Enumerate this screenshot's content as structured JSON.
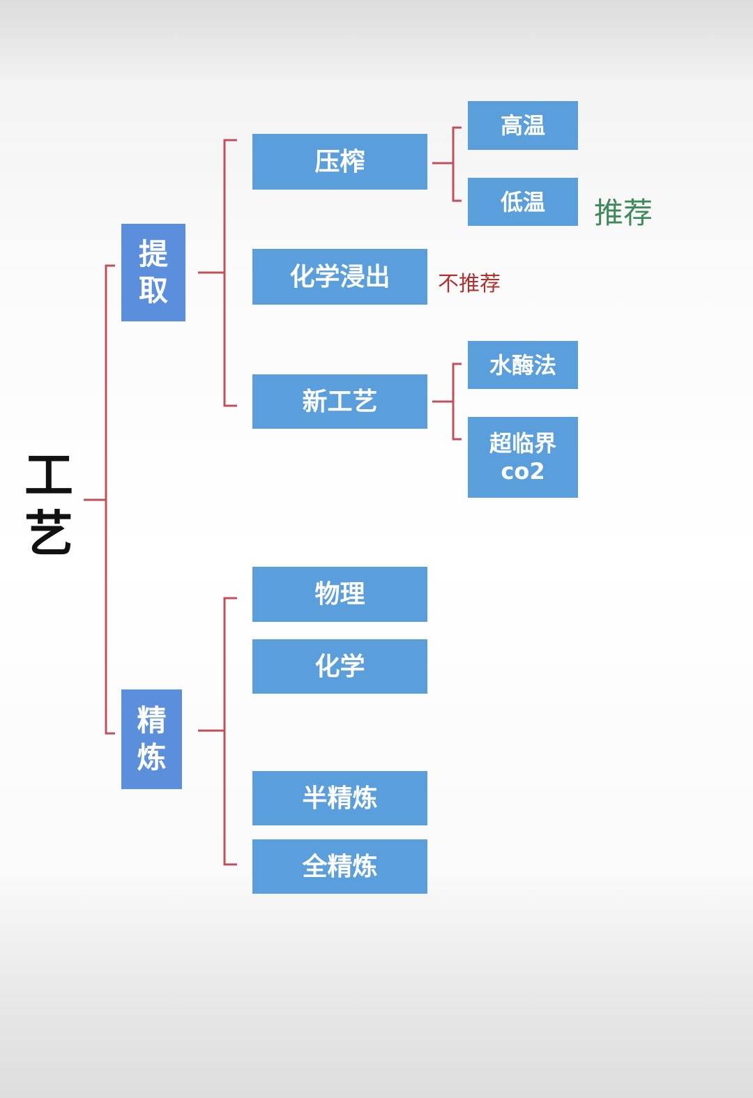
{
  "root": "工艺",
  "branches": {
    "extract": {
      "label": "提取",
      "press": {
        "label": "压榨",
        "high": "高温",
        "low": "低温",
        "low_note": "推荐"
      },
      "chem": {
        "label": "化学浸出",
        "note": "不推荐"
      },
      "new": {
        "label": "新工艺",
        "enzyme": "水酶法",
        "sc": "超临界co2"
      }
    },
    "refine": {
      "label": "精炼",
      "physical": "物理",
      "chemical": "化学",
      "semi": "半精炼",
      "full": "全精炼"
    }
  },
  "colors": {
    "box": "#5a9fdc",
    "connector": "#c0505a",
    "recommend": "#3f8a5a",
    "not_recommend": "#b03030"
  }
}
